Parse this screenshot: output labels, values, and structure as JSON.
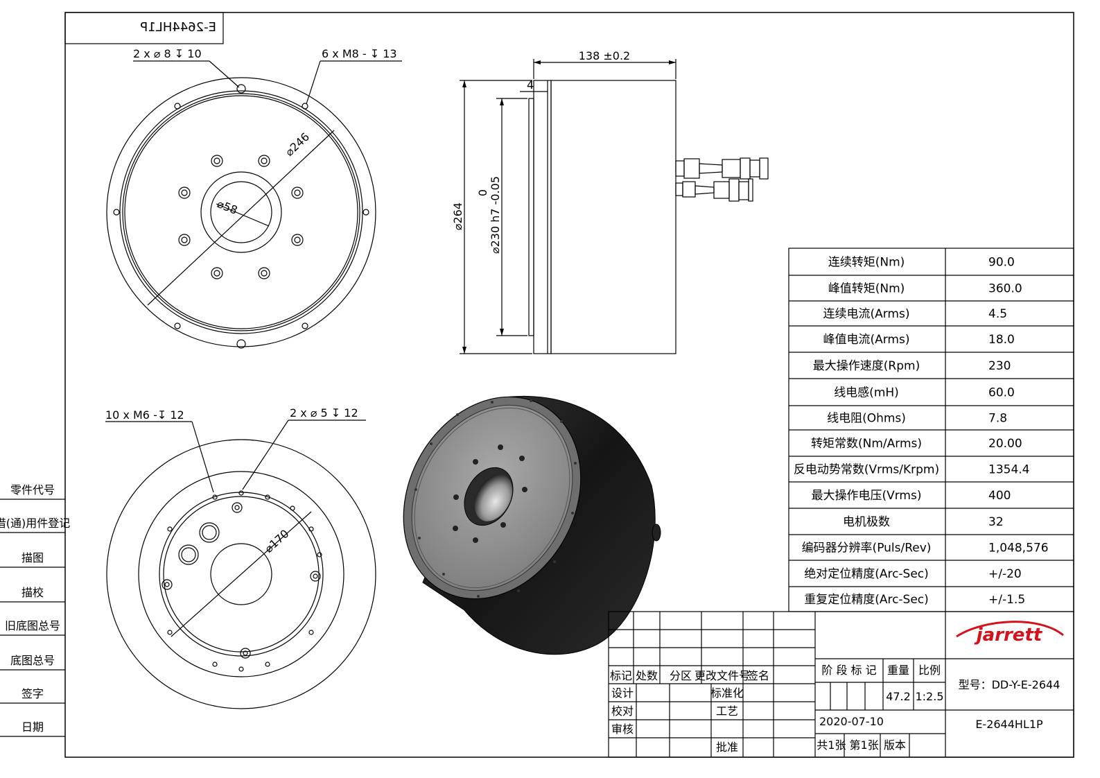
{
  "drawing": {
    "id_mirrored": "E-2644HL1P",
    "top_view": {
      "hole_callout_a": "2 x ⌀ 8 ↧ 10",
      "hole_callout_b": "6 x  M8 - ↧ 13",
      "dia_outer": "⌀246",
      "dia_bore": "⌀58"
    },
    "side_view": {
      "length": "138 ±0.2",
      "flange": "4",
      "dia_body": "⌀264",
      "dia_pilot": "⌀230 h7 -0.05",
      "dia_pilot_tol": "0"
    },
    "bottom_view": {
      "hole_callout_a": "10 x  M6 -↧ 12",
      "hole_callout_b": "2 x ⌀ 5 ↧ 12",
      "dia_pcd": "⌀170"
    }
  },
  "specs": [
    {
      "label": "连续转矩(Nm)",
      "value": "90.0"
    },
    {
      "label": "峰值转矩(Nm)",
      "value": "360.0"
    },
    {
      "label": "连续电流(Arms)",
      "value": "4.5"
    },
    {
      "label": "峰值电流(Arms)",
      "value": "18.0"
    },
    {
      "label": "最大操作速度(Rpm)",
      "value": "230"
    },
    {
      "label": "线电感(mH)",
      "value": "60.0"
    },
    {
      "label": "线电阻(Ohms)",
      "value": "7.8"
    },
    {
      "label": "转矩常数(Nm/Arms)",
      "value": "20.00"
    },
    {
      "label": "反电动势常数(Vrms/Krpm)",
      "value": "1354.4"
    },
    {
      "label": "最大操作电压(Vrms)",
      "value": "400"
    },
    {
      "label": "电机极数",
      "value": "32"
    },
    {
      "label": "编码器分辨率(Puls/Rev)",
      "value": "1,048,576"
    },
    {
      "label": "绝对定位精度(Arc-Sec)",
      "value": "+/-20"
    },
    {
      "label": "重复定位精度(Arc-Sec)",
      "value": "+/-1.5"
    }
  ],
  "left_strip": [
    "零件代号",
    "借(通)用件登记",
    "描图",
    "描校",
    "旧底图总号",
    "底图总号",
    "签字",
    "日期"
  ],
  "title_block": {
    "col_marks": "标记",
    "col_count": "处数",
    "col_zone": "分区",
    "col_docno": "更改文件号",
    "col_sign": "签名",
    "design": "设计",
    "standardize": "标准化",
    "check": "校对",
    "process": "工艺",
    "review": "审核",
    "approve": "批准",
    "stage_mark": "阶 段 标 记",
    "weight_label": "重量",
    "scale_label": "比例",
    "weight": "47.2",
    "scale": "1:2.5",
    "date": "2020-07-10",
    "sheets": "共1张 第1张",
    "version": "版本",
    "logo": "jarrett",
    "model": "型号：DD-Y-E-2644",
    "drawing_no": "E-2644HL1P"
  },
  "colors": {
    "line": "#000000",
    "body_dark": "#1c1c1c",
    "face_grey": "#8f8f8f",
    "logo_red": "#d3121b"
  }
}
